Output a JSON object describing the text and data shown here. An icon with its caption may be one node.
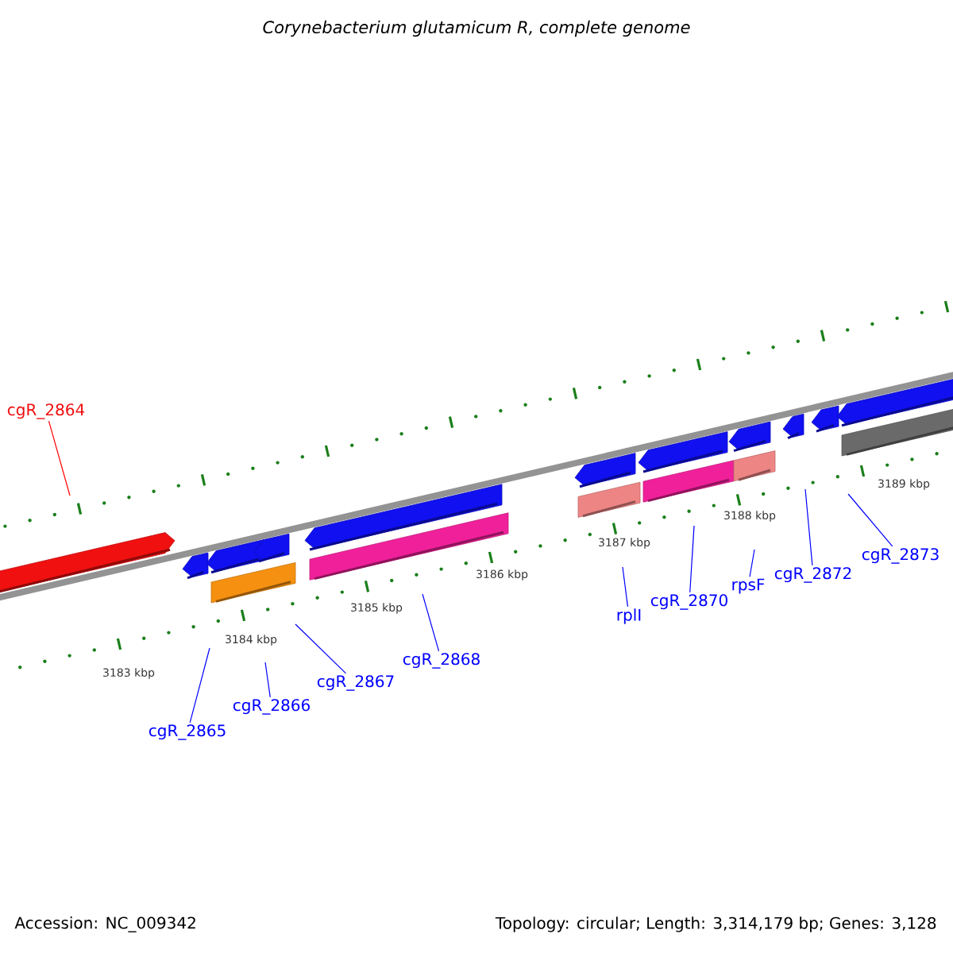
{
  "diagram": {
    "title": "Corynebacterium glutamicum R, complete genome",
    "nodes": [
      {
        "text": [
          "cgR_2864"
        ]
      },
      {
        "text": [
          "cgR_2865"
        ]
      },
      {
        "text": [
          "cgR_2866"
        ]
      },
      {
        "text": [
          "cgR_2867"
        ]
      },
      {
        "text": [
          "cgR_2868"
        ]
      },
      {
        "text": [
          "rplI"
        ]
      },
      {
        "text": [
          "cgR_2870"
        ]
      },
      {
        "text": [
          "rpsF"
        ]
      },
      {
        "text": [
          "cgR_2872"
        ]
      },
      {
        "text": [
          "cgR_2873"
        ]
      }
    ],
    "edges": [
      {
        "from": 0,
        "to": null,
        "arrow": "none",
        "color": "#ff0000"
      },
      {
        "from": 1,
        "to": null,
        "arrow": "none"
      },
      {
        "from": 2,
        "to": null,
        "arrow": "none"
      },
      {
        "from": 3,
        "to": null,
        "arrow": "none"
      },
      {
        "from": 4,
        "to": null,
        "arrow": "none"
      },
      {
        "from": 5,
        "to": null,
        "arrow": "none"
      },
      {
        "from": 6,
        "to": null,
        "arrow": "none"
      },
      {
        "from": 7,
        "to": null,
        "arrow": "none"
      },
      {
        "from": 8,
        "to": null,
        "arrow": "none"
      },
      {
        "from": 9,
        "to": null,
        "arrow": "none"
      }
    ],
    "labels": [
      "3183 kbp",
      "3184 kbp",
      "3185 kbp",
      "3186 kbp",
      "3187 kbp",
      "3188 kbp",
      "3189 kbp",
      "Accession: NC_009342",
      "Topology: circular; Length: 3,314,179 bp; Genes: 3,128"
    ]
  }
}
